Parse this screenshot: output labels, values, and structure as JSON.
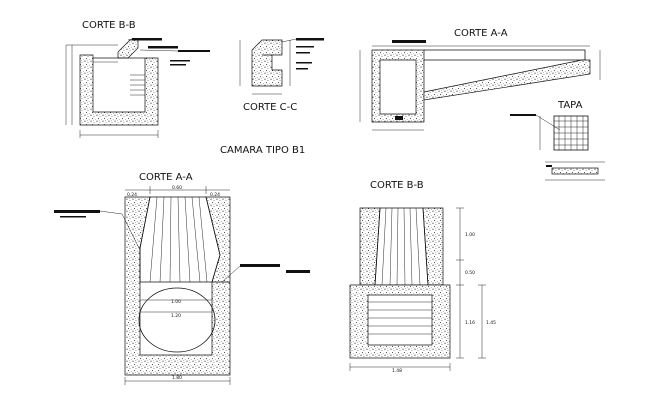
{
  "title": "CAMARA TIPO B1",
  "views": {
    "corte_bb_top": "CORTE B-B",
    "corte_cc": "CORTE C-C",
    "corte_aa_top": "CORTE A-A",
    "tapa": "TAPA",
    "corte_aa_bottom": "CORTE A-A",
    "corte_bb_bottom": "CORTE B-B"
  },
  "dimensions": {
    "aa_top_width": "0.60",
    "aa_left_offset": "0.24",
    "aa_right_offset": "0.24",
    "aa_pipe_upper": "1.00",
    "aa_pipe_lower": "1.20",
    "aa_total_width": "1.80",
    "bb_height_upper": "1.00",
    "bb_height_mid": "0.50",
    "bb_height_lower": "1.16",
    "bb_height_total": "1.45",
    "bb_total_width": "1.48"
  },
  "colors": {
    "ink": "#111111",
    "background": "#ffffff"
  }
}
